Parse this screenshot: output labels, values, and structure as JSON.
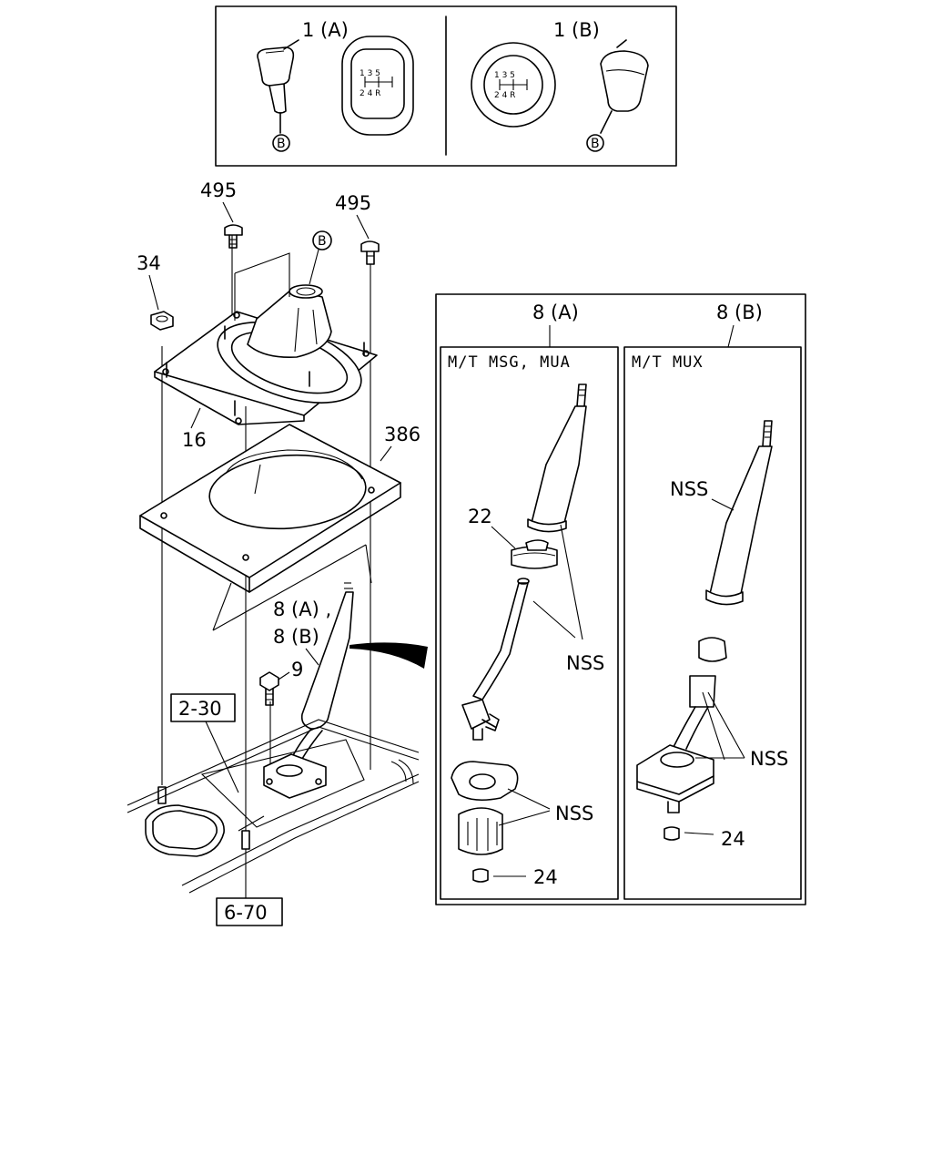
{
  "knob_variants": {
    "a_label": "1 (A)",
    "b_label": "1 (B)",
    "ref_marker": "B"
  },
  "shift_pattern": {
    "top": "1 3 5",
    "bottom": "2 4 R"
  },
  "callouts": {
    "screw_left": "495",
    "screw_right": "495",
    "nut": "34",
    "boot_ref": "B",
    "bracket": "16",
    "plate": "386",
    "lever_a": "8 (A) ,",
    "lever_b": "8 (B)",
    "bolt": "9",
    "ref_box_1": "2-30",
    "ref_box_2": "6-70"
  },
  "detail": {
    "col_a_title": "8 (A)",
    "col_b_title": "8 (B)",
    "col_a_sub": "M/T  MSG, MUA",
    "col_b_sub": "M/T  MUX",
    "a_boot": "22",
    "a_nss_1": "NSS",
    "a_nss_2": "NSS",
    "a_bushing": "24",
    "b_nss_1": "NSS",
    "b_nss_2": "NSS",
    "b_bushing": "24"
  }
}
